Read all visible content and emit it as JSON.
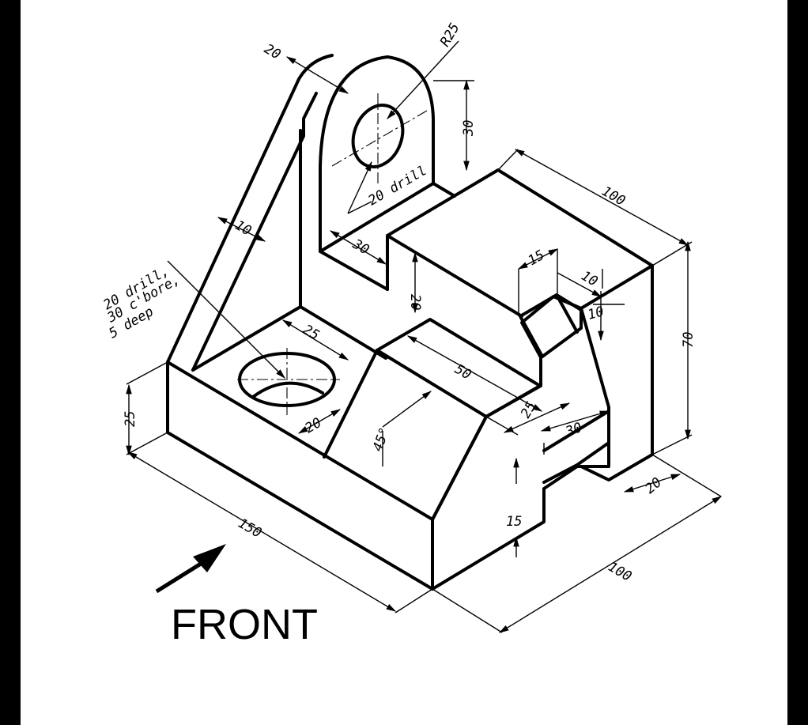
{
  "labels": {
    "front": "FRONT",
    "hole_top": "20 drill",
    "cbore_line1": "20 drill,",
    "cbore_line2": "30 c'bore,",
    "cbore_line3": "5 deep",
    "radius": "R25"
  },
  "dimensions": {
    "boss_width": "20",
    "rib": "10",
    "hole_height": "30",
    "boss_depth": "30",
    "block_length": "100",
    "step_height": "20",
    "v_width": "15",
    "v_depth": "10",
    "v_height": "10",
    "total_height": "70",
    "cbore_spacing": "25",
    "ramp_length": "50",
    "base_height": "25",
    "cbore_offset": "20",
    "ramp_angle": "45°",
    "ramp_land": "25",
    "slot_width": "30",
    "slot_height": "15",
    "slot_depth": "20",
    "base_length": "150",
    "base_width": "100"
  },
  "colors": {
    "line": "#000000",
    "paper": "#ffffff",
    "border": "#000000"
  }
}
